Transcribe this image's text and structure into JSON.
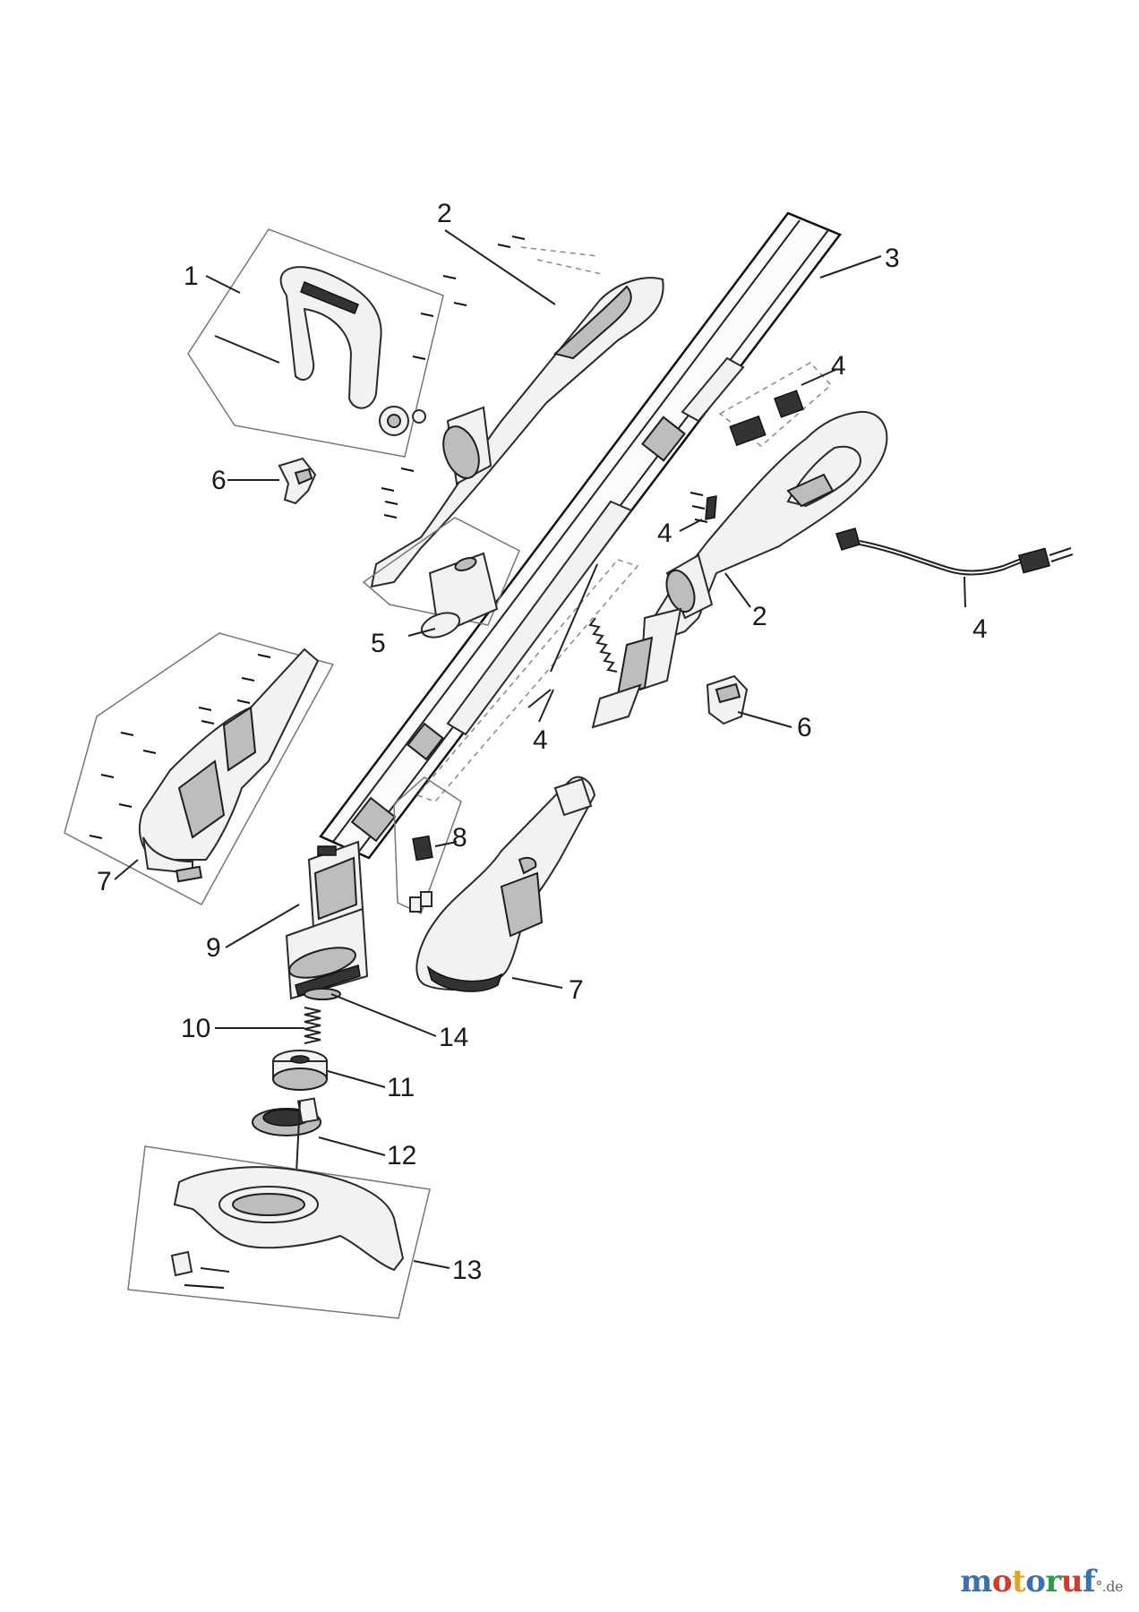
{
  "diagram": {
    "callouts": [
      {
        "id": "c1",
        "text": "1"
      },
      {
        "id": "c2a",
        "text": "2"
      },
      {
        "id": "c2b",
        "text": "2"
      },
      {
        "id": "c3",
        "text": "3"
      },
      {
        "id": "c4a",
        "text": "4"
      },
      {
        "id": "c4b",
        "text": "4"
      },
      {
        "id": "c4c",
        "text": "4"
      },
      {
        "id": "c4d",
        "text": "4"
      },
      {
        "id": "c5",
        "text": "5"
      },
      {
        "id": "c6a",
        "text": "6"
      },
      {
        "id": "c6b",
        "text": "6"
      },
      {
        "id": "c7a",
        "text": "7"
      },
      {
        "id": "c7b",
        "text": "7"
      },
      {
        "id": "c8",
        "text": "8"
      },
      {
        "id": "c9",
        "text": "9"
      },
      {
        "id": "c10",
        "text": "10"
      },
      {
        "id": "c11",
        "text": "11"
      },
      {
        "id": "c12",
        "text": "12"
      },
      {
        "id": "c13",
        "text": "13"
      },
      {
        "id": "c14",
        "text": "14"
      }
    ]
  },
  "watermark": {
    "letters": [
      {
        "char": "m",
        "color": "#3b6fb6"
      },
      {
        "char": "o",
        "color": "#d33a2c"
      },
      {
        "char": "t",
        "color": "#e8a11b"
      },
      {
        "char": "o",
        "color": "#3b6fb6"
      },
      {
        "char": "r",
        "color": "#2f9a45"
      },
      {
        "char": "u",
        "color": "#d33a2c"
      },
      {
        "char": "f",
        "color": "#3b6fb6"
      }
    ],
    "suffix": ".de",
    "mark": "°"
  }
}
